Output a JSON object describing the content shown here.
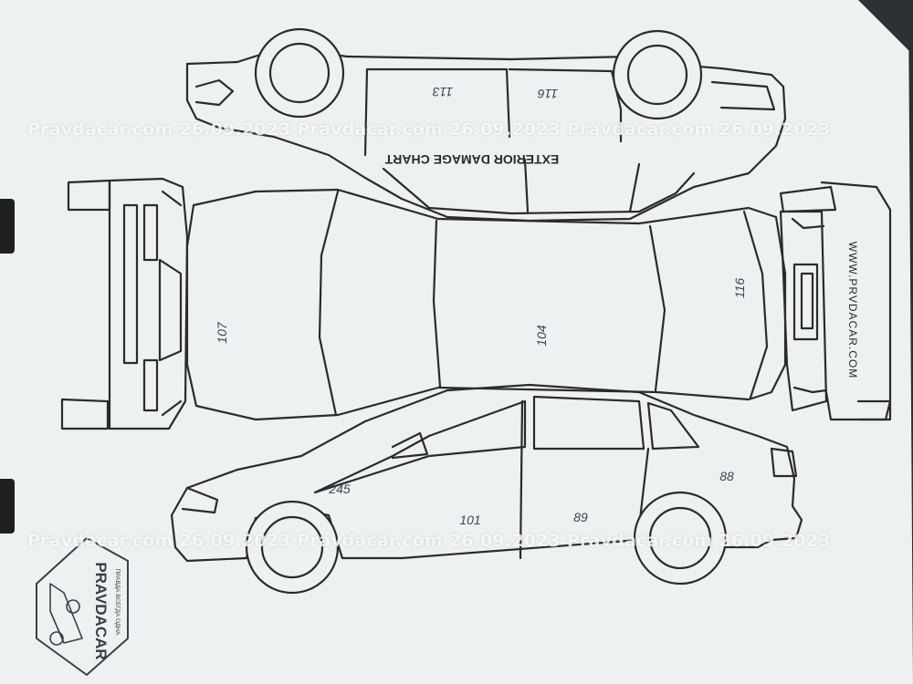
{
  "chart_title": "EXTERIOR DAMAGE CHART",
  "website": "WWW.PRVDACAR.COM",
  "watermark_text": "Pravdacar.com 26.09.2023 Pravdacar.com 26.09.2023 Pravdacar.com 26.09.2023",
  "stamp": {
    "brand": "PRAVDACAR",
    "slogan": "ПРАВДА ВСЕГДА ОДНА"
  },
  "readings": {
    "roof": "104",
    "hood": "107",
    "trunk_lid": "116",
    "top_left_panel": "113",
    "top_right_panel": "116",
    "front_fender": "245",
    "front_door": "101",
    "rear_door": "89",
    "rear_quarter": "88"
  },
  "colors": {
    "paper": "#f1f3f4",
    "ink": "#2b2b2b",
    "desk": "#2e3133"
  }
}
